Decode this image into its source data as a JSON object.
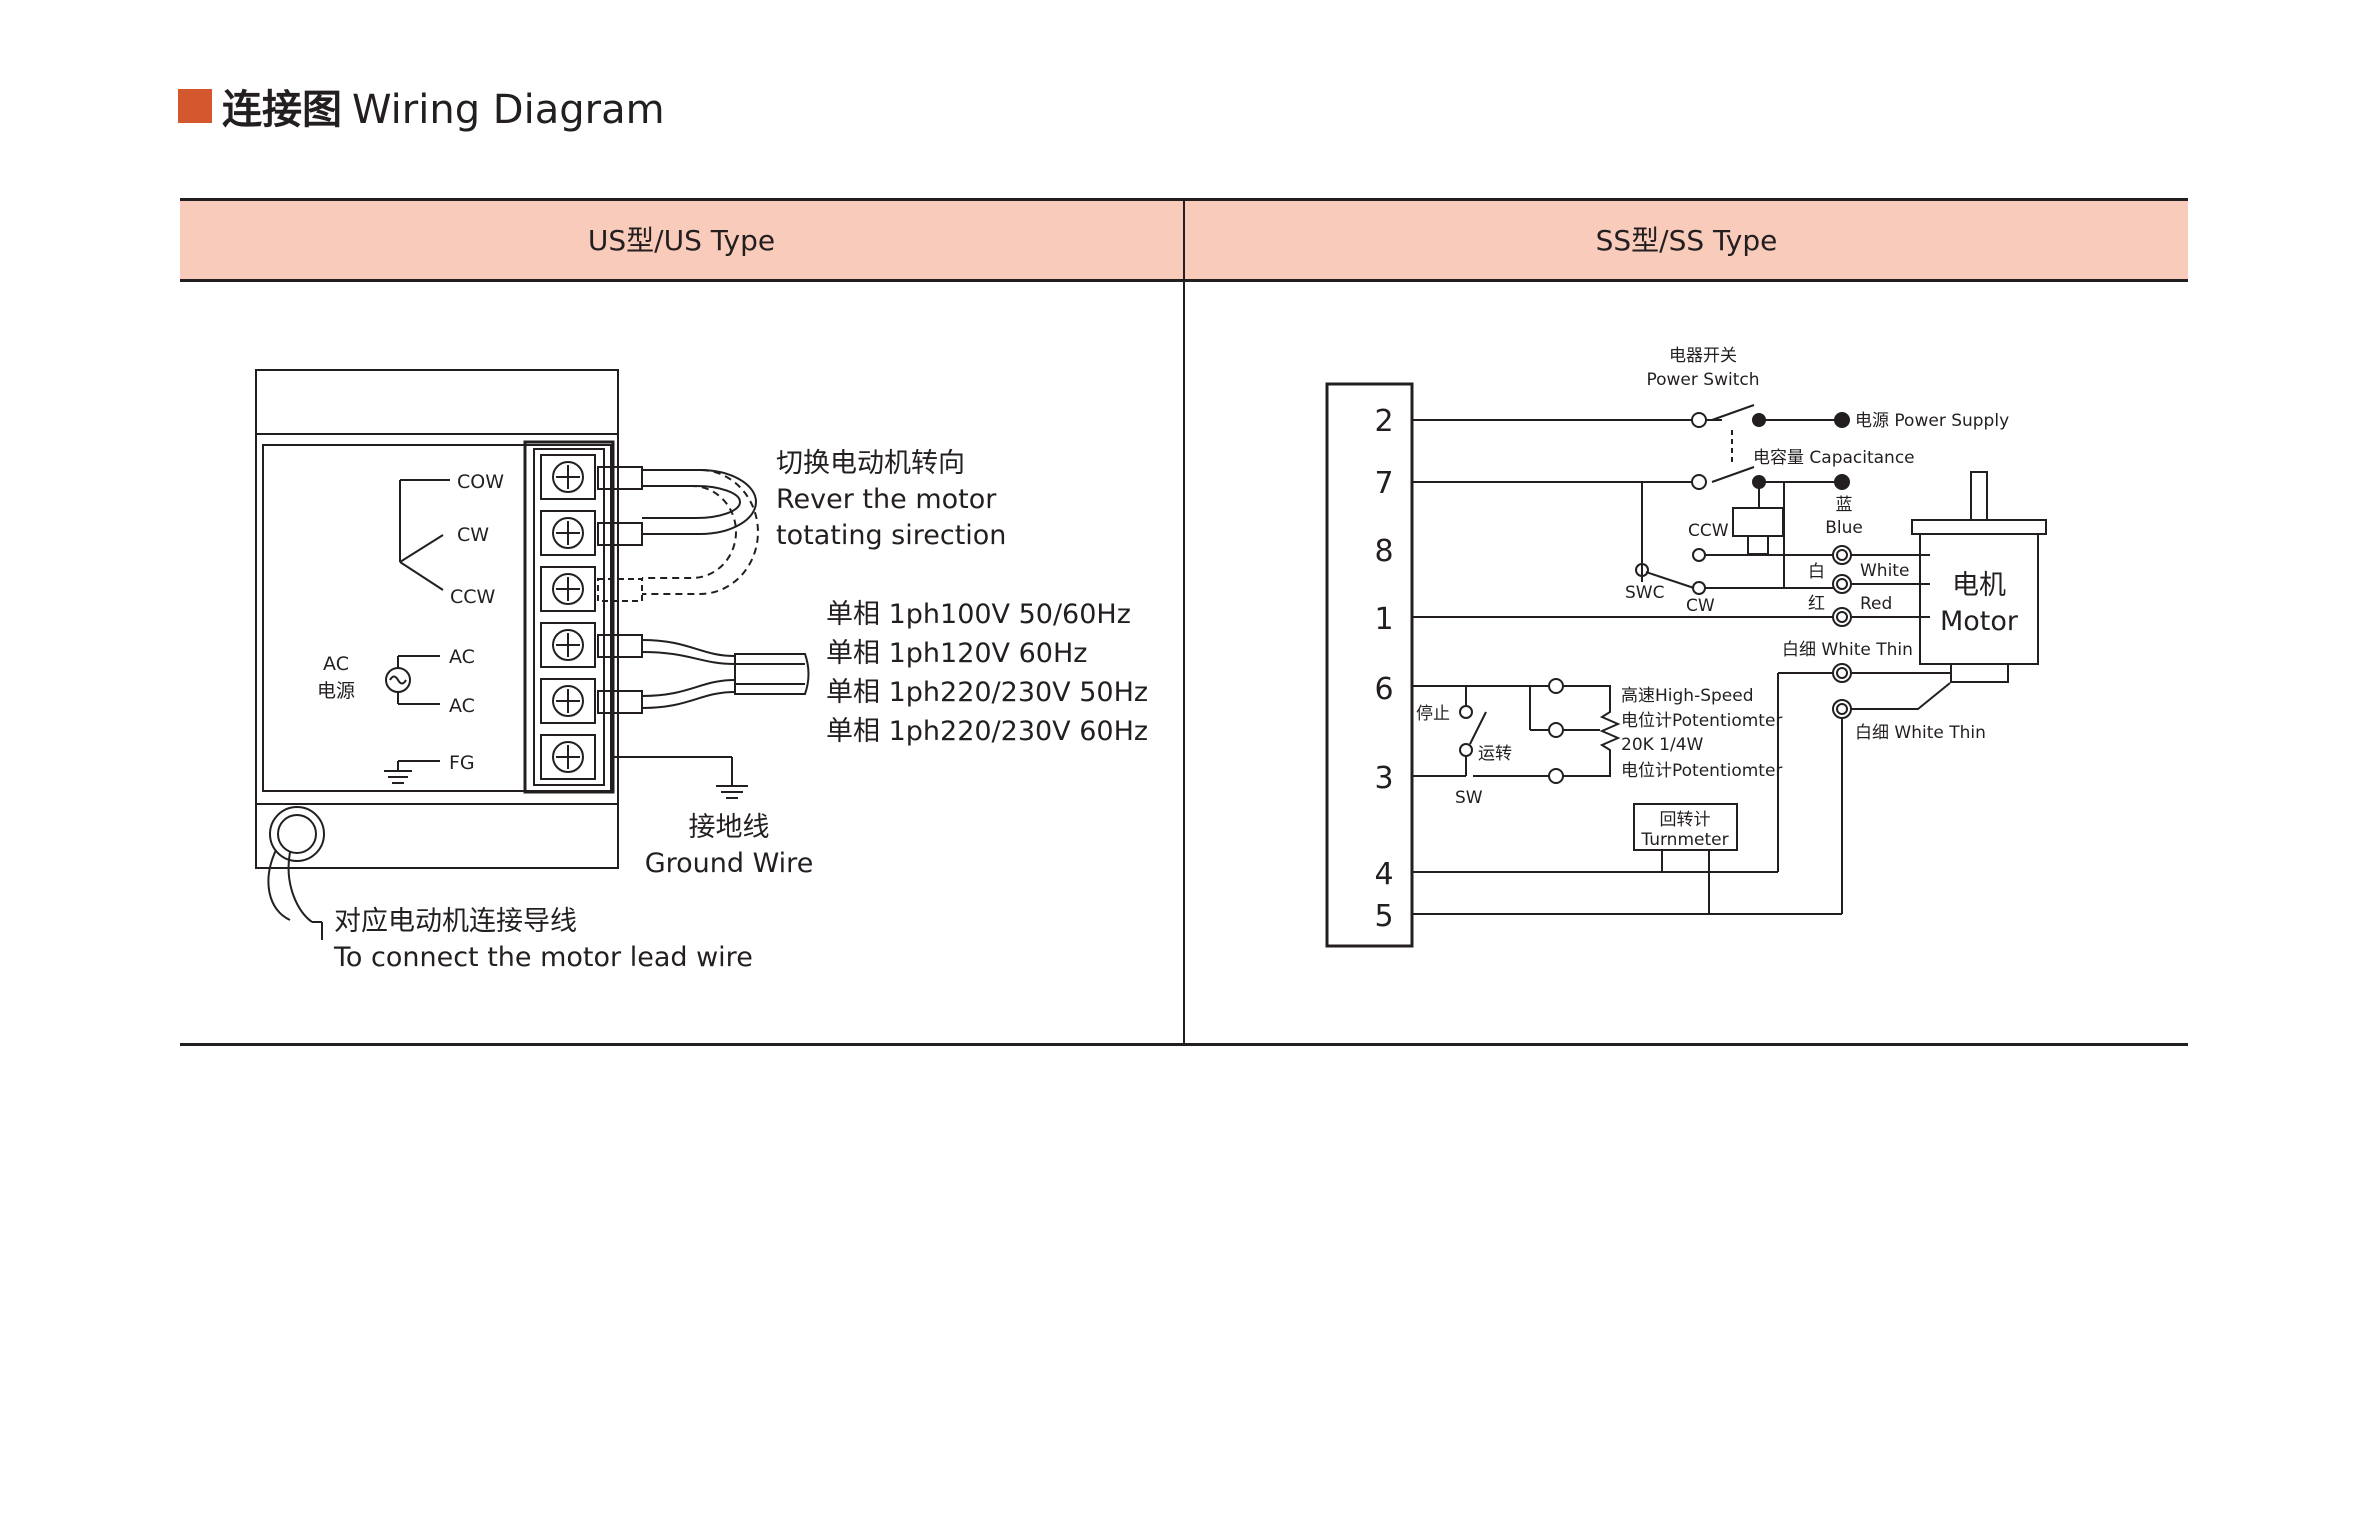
{
  "header": {
    "title_cn": "连接图",
    "title_en": "Wiring Diagram",
    "accent_color": "#d4572e"
  },
  "table": {
    "header_bg": "#f8cbbb",
    "col_us": "US型/US Type",
    "col_ss": "SS型/SS Type"
  },
  "us": {
    "cow": "COW",
    "cw": "CW",
    "ccw": "CCW",
    "ac_left_1": "AC",
    "ac_left_2": "电源",
    "ac_1": "AC",
    "ac_2": "AC",
    "fg": "FG",
    "switch_cn": "切换电动机转向",
    "switch_en_1": "Rever the motor",
    "switch_en_2": "totating sirection",
    "power_lines": [
      "单相 1ph100V  50/60Hz",
      "单相 1ph120V  60Hz",
      "单相 1ph220/230V  50Hz",
      "单相 1ph220/230V  60Hz"
    ],
    "ground_cn": "接地线",
    "ground_en": "Ground Wire",
    "lead_cn": "对应电动机连接导线",
    "lead_en": "To connect the motor lead wire"
  },
  "ss": {
    "terminals": [
      "2",
      "7",
      "8",
      "1",
      "6",
      "3",
      "4",
      "5"
    ],
    "power_switch_cn": "电器开关",
    "power_switch_en": "Power Switch",
    "power_supply": "电源 Power Supply",
    "capacitance": "电容量 Capacitance",
    "blue_cn": "蓝",
    "blue_en": "Blue",
    "ccw": "CCW",
    "cw": "CW",
    "swc": "SWC",
    "white_cn": "白",
    "white_en": "White",
    "red_cn": "红",
    "red_en": "Red",
    "motor_cn": "电机",
    "motor_en": "Motor",
    "white_thin_1": "白细 White Thin",
    "white_thin_2": "白细 White Thin",
    "stop": "停止",
    "run": "运转",
    "sw": "SW",
    "pot_1": "高速High-Speed",
    "pot_2": "电位计Potentiomter",
    "pot_3": "20K  1/4W",
    "pot_4": "电位计Potentiomter",
    "turnmeter_cn": "回转计",
    "turnmeter_en": "Turnmeter"
  }
}
